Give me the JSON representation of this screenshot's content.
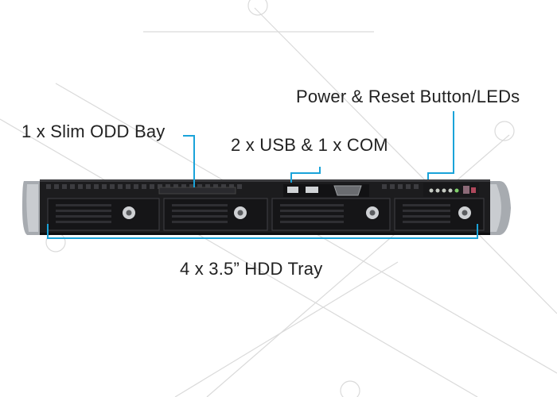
{
  "labels": {
    "power_reset": "Power & Reset Button/LEDs",
    "slim_odd": "1 x Slim ODD Bay",
    "usb_com": "2 x USB & 1 x COM",
    "hdd_tray": "4 x 3.5” HDD Tray"
  },
  "colors": {
    "callout_line": "#1aa3d9",
    "chassis": "#1c1c1e",
    "handle": "#b9bcc0",
    "label_text": "#222222",
    "watermark": "#d6d6d6"
  }
}
